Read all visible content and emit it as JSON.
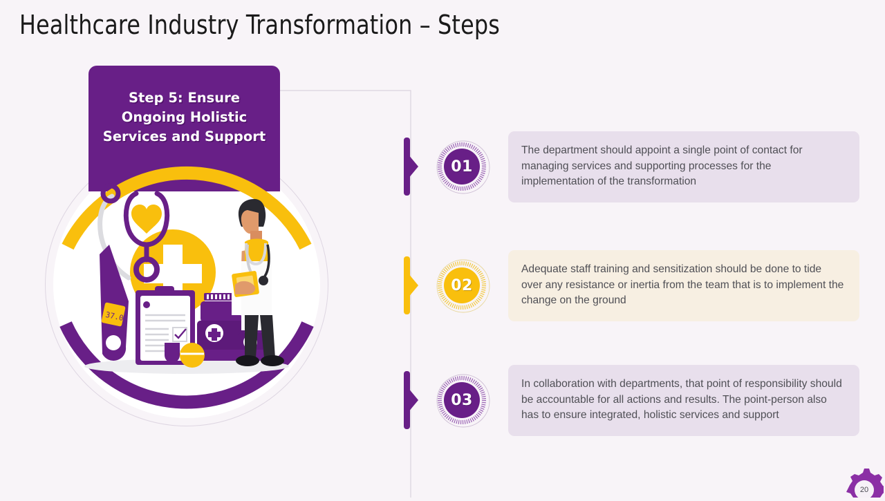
{
  "slide": {
    "title": "Healthcare Industry Transformation – Steps",
    "page_number": "20",
    "background_color": "#f8f4f8"
  },
  "colors": {
    "purple": "#681f87",
    "purple_dark": "#5d1a7a",
    "yellow": "#f9bf0d",
    "card_purple_bg": "#e8dfec",
    "card_cream_bg": "#f7efe2",
    "text_gray": "#4f4f55"
  },
  "step_card": {
    "label": "Step 5: Ensure Ongoing Holistic Services and Support"
  },
  "illustration": {
    "alt": "healthcare-illustration",
    "elements": [
      "stethoscope-icon",
      "heart-icon",
      "thermometer-icon",
      "clipboard-icon",
      "medical-cross-icon",
      "medicine-bottle-icon",
      "pill-icon",
      "doctor-figure"
    ]
  },
  "steps": [
    {
      "number": "01",
      "text": "The department should appoint a single point of contact for managing services and supporting processes for the implementation of the transformation",
      "theme": "purple"
    },
    {
      "number": "02",
      "text": "Adequate staff training and sensitization should be done to tide over any resistance or inertia from the team that is to implement the change on the ground",
      "theme": "yellow"
    },
    {
      "number": "03",
      "text": "In collaboration with departments, that point of responsibility should be accountable for all actions and results. The point-person also has to ensure integrated, holistic services and support",
      "theme": "purple"
    }
  ]
}
